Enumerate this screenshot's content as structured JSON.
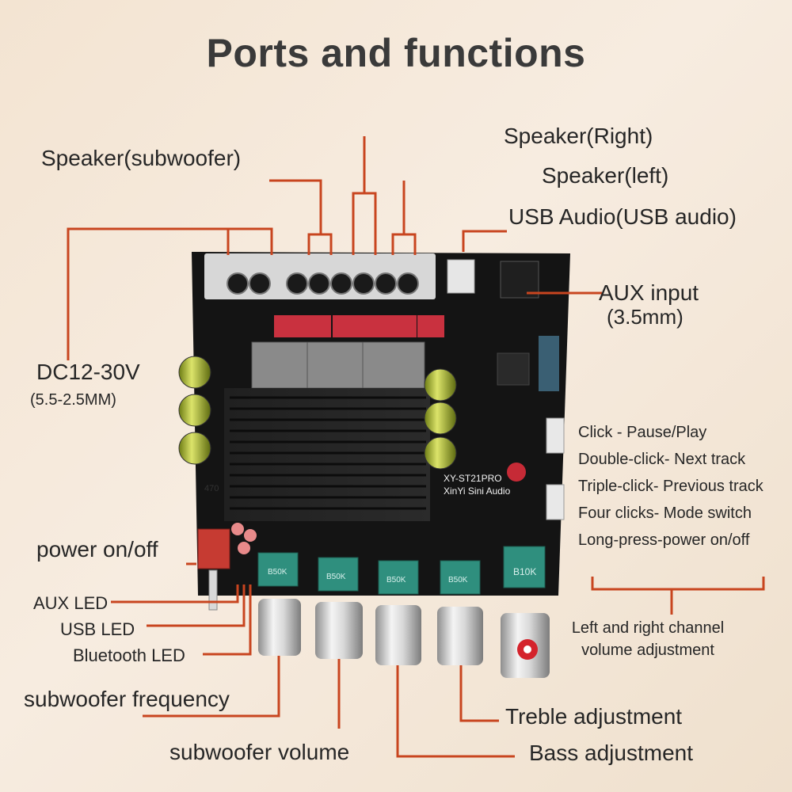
{
  "title": "Ports and functions",
  "board": {
    "model": "XY-ST21PRO",
    "brand": "XinYi Sini Audio",
    "pot_labels": [
      "B50K",
      "B50K",
      "B50K",
      "B50K",
      "B10K"
    ],
    "capacitor_label": "470"
  },
  "labels": {
    "speaker_right": "Speaker(Right)",
    "speaker_subwoofer": "Speaker(subwoofer)",
    "speaker_left": "Speaker(left)",
    "usb_audio": "USB Audio(USB audio)",
    "aux_input": "AUX input",
    "aux_input_size": "(3.5mm)",
    "dc_input": "DC12-30V",
    "dc_input_size": "(5.5-2.5MM)",
    "power_switch": "power on/off",
    "aux_led": "AUX LED",
    "usb_led": "USB LED",
    "bluetooth_led": "Bluetooth LED",
    "subwoofer_frequency": "subwoofer frequency",
    "subwoofer_volume": "subwoofer volume",
    "treble": "Treble adjustment",
    "bass": "Bass adjustment",
    "volume_line1": "Left and right channel",
    "volume_line2": "volume adjustment"
  },
  "button_functions": [
    "Click - Pause/Play",
    "Double-click- Next track",
    "Triple-click- Previous track",
    "Four clicks- Mode switch",
    "Long-press-power on/off"
  ],
  "colors": {
    "leader_line": "#c8451f",
    "board": "#141414",
    "heatsink": "#1c1c1c",
    "pot_cap": "#2f8f7e",
    "capacitor_red": "#c62a36"
  }
}
